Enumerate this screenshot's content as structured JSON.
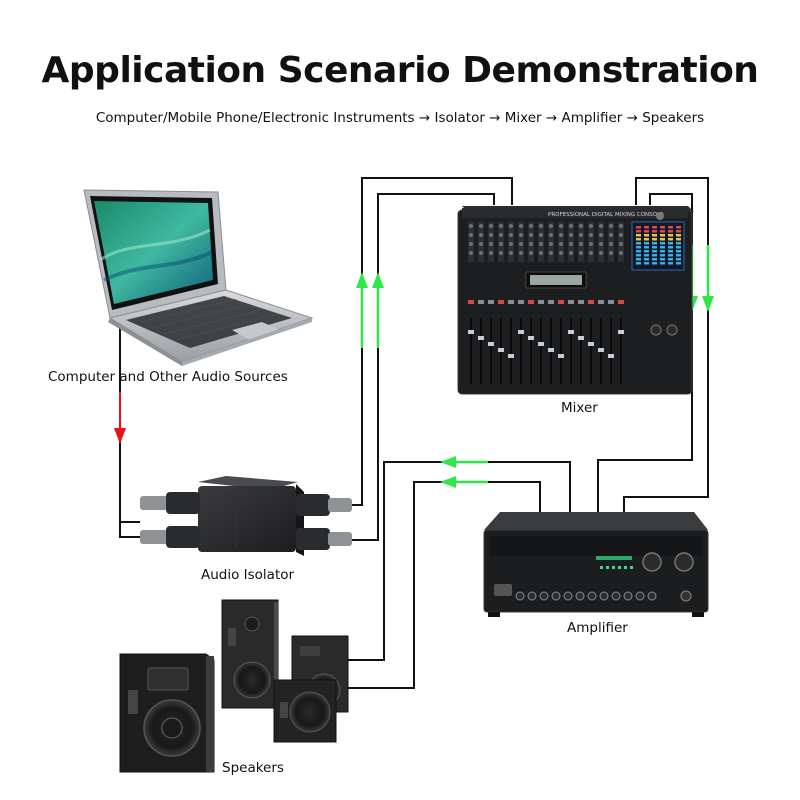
{
  "title": "Application Scenario Demonstration",
  "subtitle": "Computer/Mobile Phone/Electronic Instruments → Isolator → Mixer → Amplifier → Speakers",
  "labels": {
    "computer": "Computer and Other Audio Sources",
    "isolator": "Audio Isolator",
    "mixer": "Mixer",
    "amplifier": "Amplifier",
    "speakers": "Speakers"
  },
  "device_text": {
    "mixer_panel": "PROFESSIONAL DIGITAL MIXING CONSOLE"
  },
  "colors": {
    "signal_arrow_red": "#e8121a",
    "signal_arrow_green": "#2ee84a",
    "cable": "#111111"
  }
}
